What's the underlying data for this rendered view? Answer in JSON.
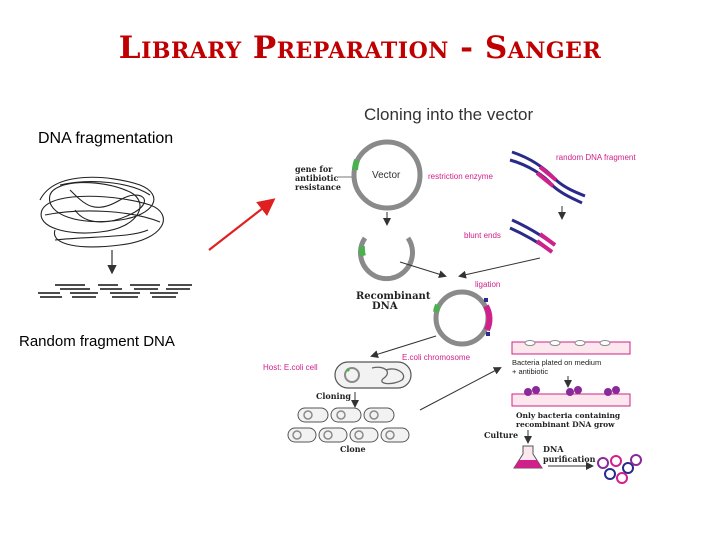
{
  "title": "Library Preparation - Sanger",
  "left": {
    "fragmentation_label": "DNA fragmentation",
    "random_label": "Random fragment DNA"
  },
  "figure": {
    "heading": "Cloning into the vector",
    "gene_label": [
      "gene for",
      "antibiotic",
      "resistance"
    ],
    "vector_label": "Vector",
    "restriction_label": "restriction enzyme",
    "random_dna_label": "random DNA fragment",
    "blunt_ends_label": "blunt ends",
    "ligation_label": "ligation",
    "recombinant_label": [
      "Recombinant",
      "DNA"
    ],
    "host_label": "Host: E.coli cell",
    "chromosome_label": "E.coli chromosome",
    "cloning_label": "Cloning",
    "clone_label": "Clone",
    "plated_label": [
      "Bacteria plated on medium",
      "+ antibiotic"
    ],
    "only_bacteria_label": [
      "Only bacteria containing",
      "recombinant DNA grow"
    ],
    "culture_label": "Culture",
    "purification_label": [
      "DNA",
      "purification"
    ]
  },
  "colors": {
    "title": "#c00000",
    "arrow": "#e02020",
    "plasmid": "#8a8a8a",
    "gene_marker": "#4caf50",
    "insert": "#d0208a",
    "dna_strand": "#2a2a8a"
  }
}
